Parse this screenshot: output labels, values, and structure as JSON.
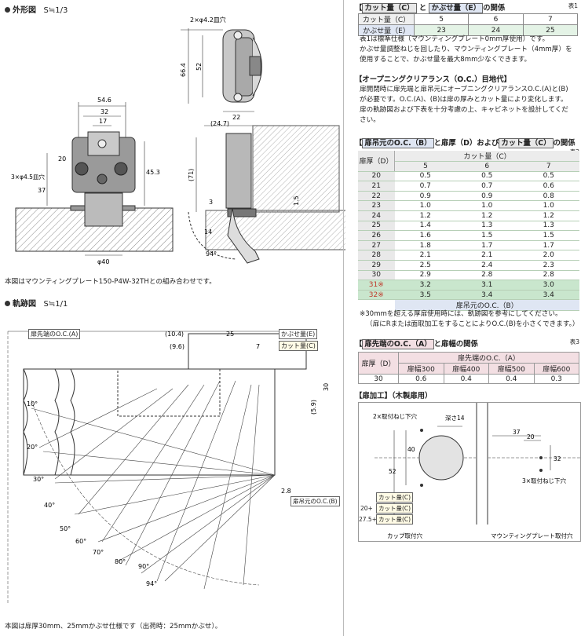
{
  "left": {
    "outline_title": "外形図",
    "outline_scale": "S≒1/3",
    "outline_note": "本図はマウンティングプレート150-P4W-32THとの組み合わせです。",
    "track_title": "軌跡図",
    "track_scale": "S≒1/1",
    "track_note": "本図は扉厚30mm、25mmかぶせ仕様です（出荷時：25mmかぶせ）。",
    "dims": {
      "screw_top": "2×φ4.2皿穴",
      "h664": "66.4",
      "h52": "52",
      "w22": "22",
      "w546": "54.6",
      "w32": "32",
      "w17": "17",
      "h20": "20",
      "h453": "45.3",
      "h37": "37",
      "screw_left": "3×φ4.5皿穴",
      "d40": "φ40",
      "d247": "(24.7)",
      "d71": "(71)",
      "d3": "3",
      "d15": "1.5",
      "d14": "14",
      "ang94": "94°"
    },
    "track": {
      "oc_a": "扉先端のO.C.(A)",
      "d104": "(10.4)",
      "d25": "25",
      "d96": "(9.6)",
      "d7": "7",
      "kabuse": "かぶせ量(E)",
      "cut": "カット量(C)",
      "d30": "30",
      "d59": "(5.9)",
      "d28": "2.8",
      "oc_b": "扉吊元のO.C.(B)",
      "angles": [
        "10°",
        "20°",
        "30°",
        "40°",
        "50°",
        "60°",
        "70°",
        "80°",
        "90°",
        "94°"
      ]
    }
  },
  "right": {
    "t1_title": {
      "a": "カット量（C）",
      "mid": "と",
      "b": "かぶせ量（E）",
      "end": "の関係",
      "tag": "表1"
    },
    "t1": {
      "row1_label": "カット量（C）",
      "row1": [
        "5",
        "6",
        "7"
      ],
      "row2_label": "かぶせ量（E）",
      "row2": [
        "23",
        "24",
        "25"
      ]
    },
    "t1_note1": "表1は標準仕様（マウンティングプレート0mm厚使用）です。",
    "t1_note2": "かぶせ量調整ねじを回したり、マウンティングプレート（4mm厚）を",
    "t1_note3": "使用することで、かぶせ量を最大8mm少なくできます。",
    "oc_title": "【オープニングクリアランス（O.C.）目地代】",
    "oc_p1": "扉開閉時に扉先端と扉吊元にオープニングクリアランスO.C.(A)と(B)",
    "oc_p2": "が必要です。O.C.(A)、(B)は扉の厚みとカット量により変化します。",
    "oc_p3": "扉の軌跡図および下表を十分考慮の上、キャビネットを設計してくだ",
    "oc_p4": "さい。",
    "t2_title": {
      "a": "扉吊元のO.C.（B）",
      "mid": "と扉厚（D）および",
      "b": "カット量（C）",
      "end": "の関係",
      "tag": "表2"
    },
    "t2": {
      "hdr_left": "扉厚（D）",
      "hdr_top": "カット量（C）",
      "cols": [
        "5",
        "6",
        "7"
      ],
      "rows": [
        {
          "d": "20",
          "v": [
            "0.5",
            "0.5",
            "0.5"
          ]
        },
        {
          "d": "21",
          "v": [
            "0.7",
            "0.7",
            "0.6"
          ]
        },
        {
          "d": "22",
          "v": [
            "0.9",
            "0.9",
            "0.8"
          ]
        },
        {
          "d": "23",
          "v": [
            "1.0",
            "1.0",
            "1.0"
          ]
        },
        {
          "d": "24",
          "v": [
            "1.2",
            "1.2",
            "1.2"
          ]
        },
        {
          "d": "25",
          "v": [
            "1.4",
            "1.3",
            "1.3"
          ]
        },
        {
          "d": "26",
          "v": [
            "1.6",
            "1.5",
            "1.5"
          ]
        },
        {
          "d": "27",
          "v": [
            "1.8",
            "1.7",
            "1.7"
          ]
        },
        {
          "d": "28",
          "v": [
            "2.1",
            "2.1",
            "2.0"
          ]
        },
        {
          "d": "29",
          "v": [
            "2.5",
            "2.4",
            "2.3"
          ]
        },
        {
          "d": "30",
          "v": [
            "2.9",
            "2.8",
            "2.8"
          ]
        },
        {
          "d": "31※",
          "v": [
            "3.2",
            "3.1",
            "3.0"
          ]
        },
        {
          "d": "32※",
          "v": [
            "3.5",
            "3.4",
            "3.4"
          ]
        }
      ],
      "footer": "扉吊元のO.C.（B）"
    },
    "t2_note1": "※30mmを超える厚扉使用時には、軌跡図を参考にしてください。",
    "t2_note2": "（扉にRまたは面取加工をすることによりO.C.(B)を小さくできます。）",
    "t3_title": {
      "a": "扉先端のO.C.（A）",
      "end": "と扉幅の関係",
      "tag": "表3"
    },
    "t3": {
      "hdr_left": "扉厚（D）",
      "hdr_top": "扉先端のO.C.（A）",
      "cols": [
        "扉幅300",
        "扉幅400",
        "扉幅500",
        "扉幅600"
      ],
      "row_d": "30",
      "row": [
        "0.6",
        "0.4",
        "0.4",
        "0.3"
      ]
    },
    "proc_title": "【扉加工】（木製扉用）",
    "proc": {
      "screw": "2×取付ねじ下穴",
      "depth": "深さ14",
      "d40": "40",
      "d52": "52",
      "cut1": "カット量(C)",
      "p20": "20+",
      "cut2": "カット量(C)",
      "p275": "27.5+",
      "cut3": "カット量(C)",
      "cup_label": "カップ取付穴",
      "d37": "37",
      "d20": "20",
      "d32": "32",
      "screw3": "3×取付ねじ下穴",
      "plate_label": "マウンティングプレート取付穴"
    }
  }
}
